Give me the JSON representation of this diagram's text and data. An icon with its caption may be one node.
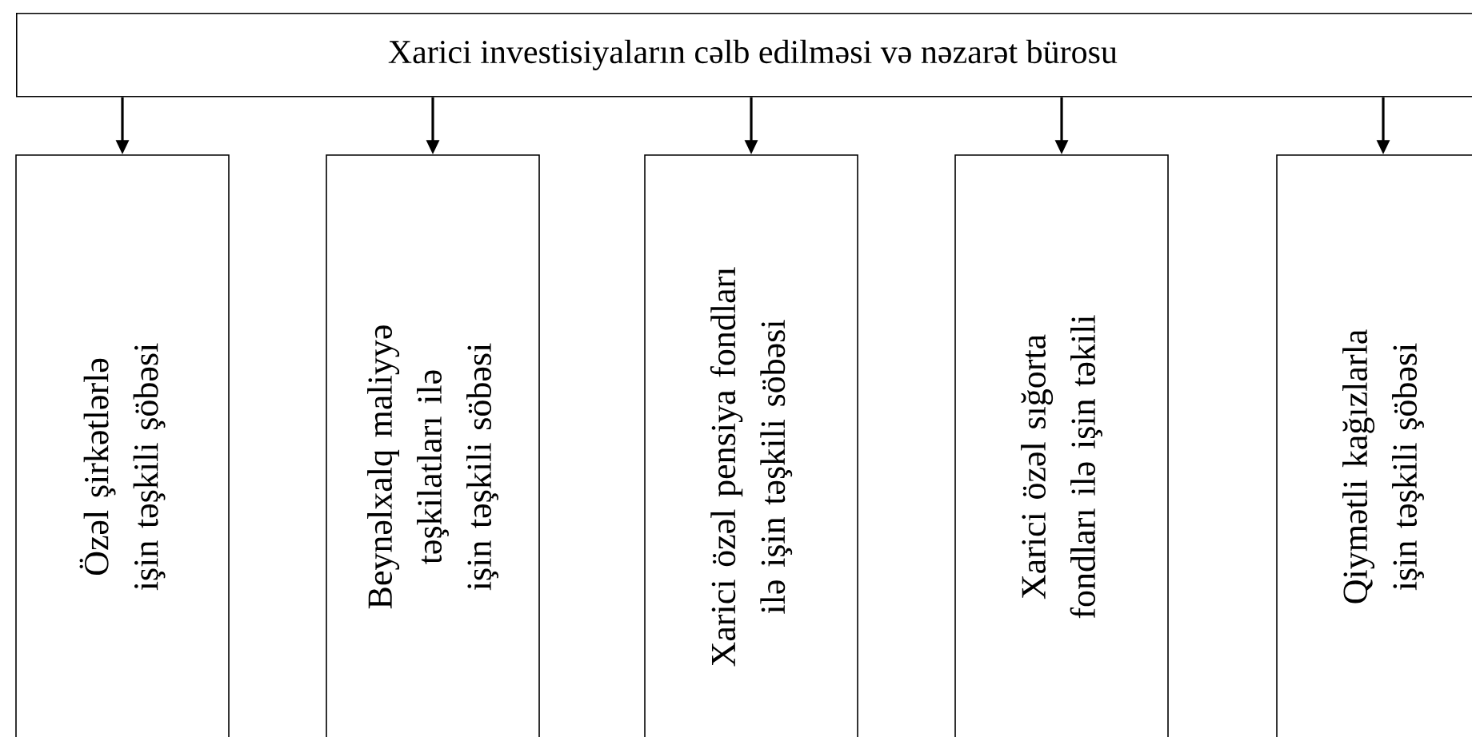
{
  "diagram": {
    "nodes": [
      {
        "text": [
          "Xarici investisiyaların cəlb edilməsi və nəzarət bürosu"
        ]
      },
      {
        "text": [
          "Özəl şirkətlərlə işin təşkili şöbəsi"
        ]
      },
      {
        "text": [
          "Beynəlxalq maliyyə təşkilatları ilə işin təşkili söbəsi"
        ]
      },
      {
        "text": [
          "Xarici özəl pensiya fondları ilə işin təşkili söbəsi"
        ]
      },
      {
        "text": [
          "Xarici özəl sığorta fondları ilə işin təkili"
        ]
      },
      {
        "text": [
          "Qiymətli kağızlarla işin təşkili şöbəsi"
        ]
      }
    ],
    "edges": [
      {
        "from": 0,
        "to": 1,
        "arrow": "to"
      },
      {
        "from": 0,
        "to": 2,
        "arrow": "to"
      },
      {
        "from": 0,
        "to": 3,
        "arrow": "to"
      },
      {
        "from": 0,
        "to": 4,
        "arrow": "to"
      },
      {
        "from": 0,
        "to": 5,
        "arrow": "to"
      }
    ]
  }
}
